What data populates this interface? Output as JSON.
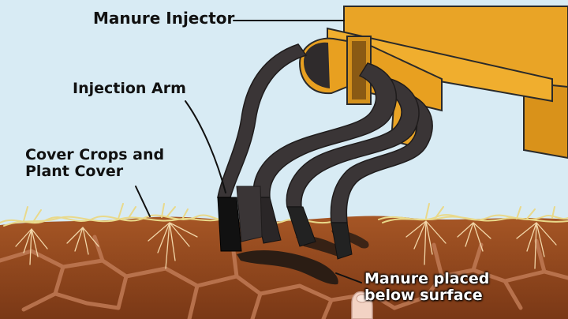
{
  "labels": {
    "manure_injector": "Manure Injector",
    "injection_arm": "Injection Arm",
    "cover_crops_line1": "Cover Crops and",
    "cover_crops_line2": "Plant Cover",
    "manure_placed_line1": "Manure placed",
    "manure_placed_line2": "below surface"
  },
  "colors": {
    "sky": "#d8ebf4",
    "soil_surface": "#a0501f",
    "soil_deep": "#7c3a17",
    "soil_cracks": "#c07a55",
    "injector_yellow": "#e8a020",
    "tine_dark": "#3a3536",
    "manure": "#2b1d14",
    "plant_cover": "#e9d98a",
    "roots": "#f2d6a8"
  },
  "icons": [
    "pointing-hand-icon"
  ]
}
